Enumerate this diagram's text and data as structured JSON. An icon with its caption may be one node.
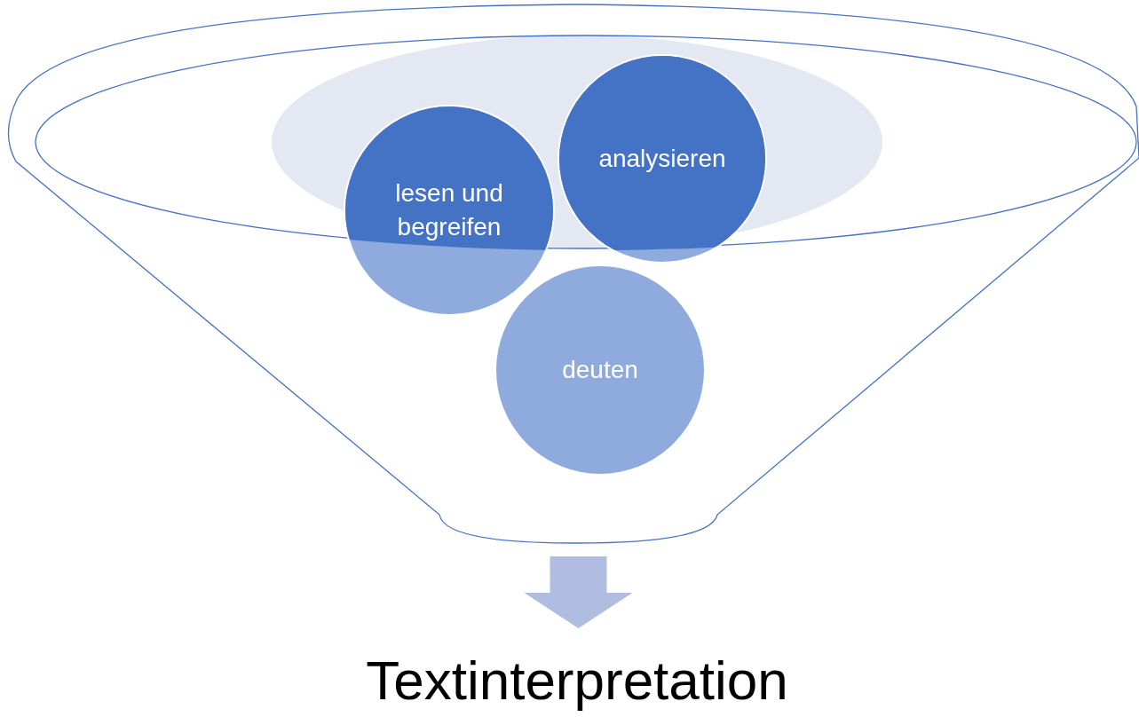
{
  "diagram": {
    "nodes": [
      {
        "text": [],
        "shape": "funnel"
      },
      {
        "text": [
          "lesen und begreifen"
        ],
        "in": 0
      },
      {
        "text": [
          "analysieren"
        ],
        "in": 0
      },
      {
        "text": [
          "deuten"
        ],
        "in": 0
      },
      {
        "text": [
          "Textinterpretation"
        ]
      }
    ],
    "edges": [
      {
        "from": 0,
        "to": 4,
        "arrow": "to",
        "style": "thick"
      }
    ]
  }
}
